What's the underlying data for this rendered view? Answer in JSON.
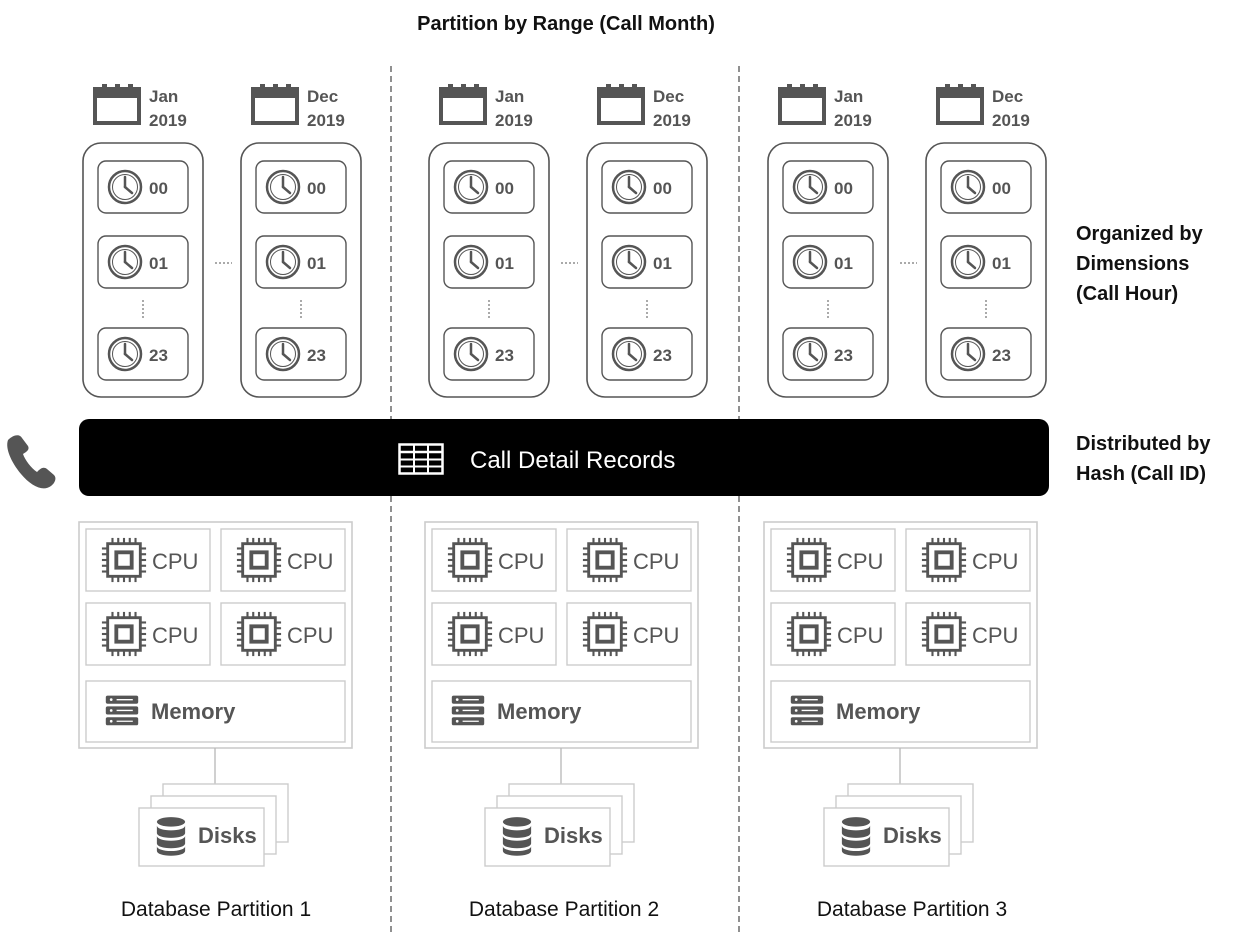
{
  "title": "Partition by Range (Call Month)",
  "side_labels": {
    "dimensions": [
      "Organized by",
      "Dimensions",
      "(Call Hour)"
    ],
    "hash": [
      "Distributed by",
      "Hash (Call ID)"
    ]
  },
  "months": [
    {
      "month": "Jan",
      "year": "2019"
    },
    {
      "month": "Dec",
      "year": "2019"
    }
  ],
  "hours": [
    "00",
    "01",
    "23"
  ],
  "cdr_label": "Call Detail Records",
  "cpu_label": "CPU",
  "memory_label": "Memory",
  "disks_label": "Disks",
  "partitions": [
    "Database Partition 1",
    "Database Partition 2",
    "Database Partition 3"
  ],
  "colors": {
    "bar": "#000000",
    "icon": "#555555",
    "border": "#cccccc",
    "text": "#111111"
  }
}
